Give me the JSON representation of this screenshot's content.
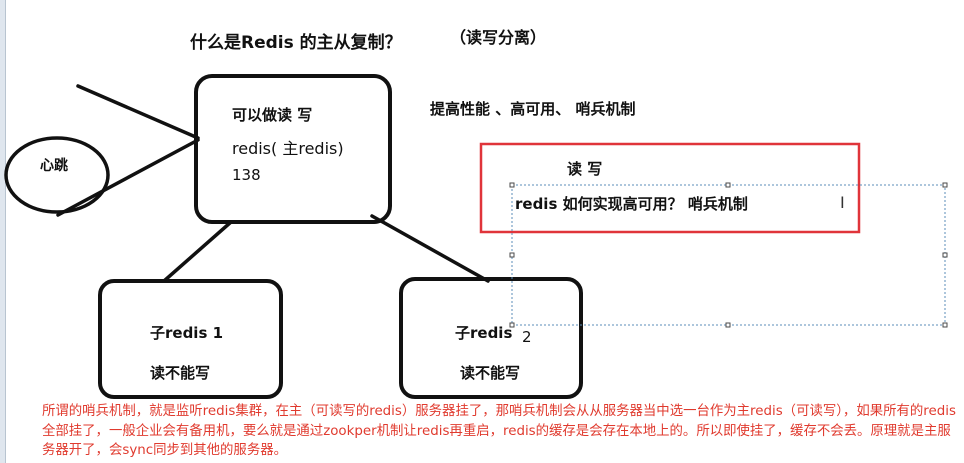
{
  "diagram": {
    "title": "什么是Redis 的主从复制？",
    "subtitle": "（读写分离）",
    "features": "提高性能 、高可用、 哨兵机制",
    "heartbeat_label": "心跳",
    "master": {
      "line1": "可以做读 写",
      "line2": "redis( 主redis)",
      "line3": "138"
    },
    "slave1": {
      "line1": "子redis 1",
      "line2": "读不能写"
    },
    "slave2": {
      "line1": "子redis",
      "number": "2",
      "line2": "读不能写"
    },
    "highlight": {
      "line1": "读 写",
      "line2": "redis 如何实现高可用？ 哨兵机制"
    },
    "cursor_glyph": "I"
  },
  "note": {
    "text": "所谓的哨兵机制，就是监听redis集群，在主（可读写的redis）服务器挂了，那哨兵机制会从从服务器当中选一台作为主redis（可读写），如果所有的redis全部挂了，一般企业会有备用机，要么就是通过zookper机制让redis再重启，redis的缓存是会存在本地上的。所以即使挂了，缓存不会丢。原理就是主服务器开了，会sync同步到其他的服务器。"
  },
  "colors": {
    "ink": "#111111",
    "highlight_border": "#e0343a",
    "selection_dots": "#5b8db8",
    "note_text": "#e03a2e"
  }
}
